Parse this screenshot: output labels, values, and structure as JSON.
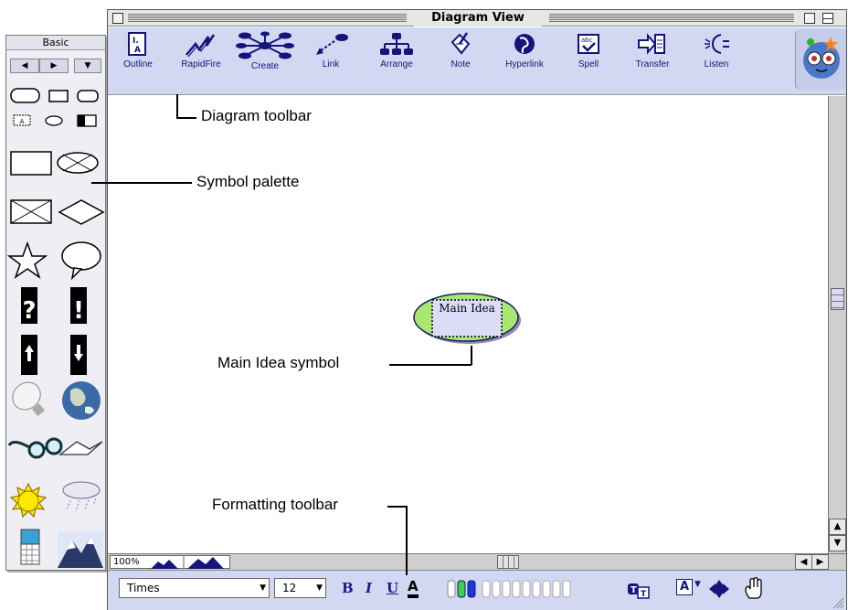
{
  "window": {
    "title": "Diagram View"
  },
  "diagram_toolbar": {
    "tools": [
      {
        "label": "Outline",
        "icon": "outline-icon"
      },
      {
        "label": "RapidFire",
        "icon": "rapidfire-icon"
      },
      {
        "label": "Create",
        "icon": "create-icon"
      },
      {
        "label": "Link",
        "icon": "link-icon"
      },
      {
        "label": "Arrange",
        "icon": "arrange-icon"
      },
      {
        "label": "Note",
        "icon": "note-icon"
      },
      {
        "label": "Hyperlink",
        "icon": "hyperlink-icon"
      },
      {
        "label": "Spell",
        "icon": "spell-icon"
      },
      {
        "label": "Transfer",
        "icon": "transfer-icon"
      },
      {
        "label": "Listen",
        "icon": "listen-icon"
      }
    ],
    "agent_icon": "kidspiration-agent-icon"
  },
  "palette": {
    "title": "Basic",
    "symbols": [
      "rounded-oval",
      "rectangle",
      "rounded-rect",
      "small-labeled-rect",
      "small-oval",
      "split-rect",
      "wide-rect",
      "crossed-oval",
      "crossed-rect",
      "diamond",
      "star",
      "speech-bubble",
      "question-mark",
      "exclamation-mark",
      "up-arrow",
      "down-arrow",
      "light-bulb",
      "earth",
      "glasses",
      "open-book",
      "sun",
      "rain-cloud",
      "calendar-picture",
      "mountains"
    ]
  },
  "canvas": {
    "main_idea": "Main Idea"
  },
  "status": {
    "zoom": "100%"
  },
  "formatting_toolbar": {
    "font": "Times",
    "size": "12",
    "bold": "B",
    "italic": "I",
    "underline": "U",
    "text_color": "A",
    "text_style": "A"
  },
  "callouts": {
    "diagram_toolbar": "Diagram toolbar",
    "symbol_palette": "Symbol palette",
    "main_idea_symbol": "Main Idea symbol",
    "formatting_toolbar": "Formatting toolbar"
  },
  "colors": {
    "toolbar_bg": "#d2d8f2",
    "icon_navy": "#14147a",
    "main_idea_fill": "#a8e870",
    "main_idea_box": "#dcdcf8"
  }
}
